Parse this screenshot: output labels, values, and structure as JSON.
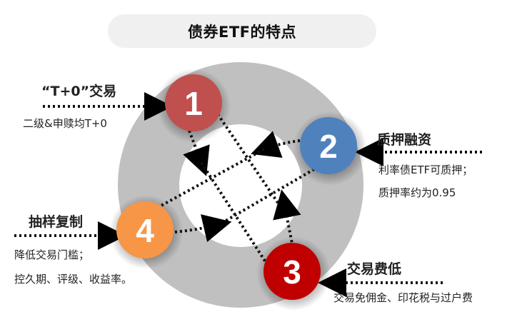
{
  "title": "债券ETF的特点",
  "colors": {
    "ring": "#c0c0c0",
    "node1": "#c0504d",
    "node2": "#4f81bd",
    "node3": "#c00000",
    "node4": "#f79646",
    "title_bg": "#f0f0f0"
  },
  "features": [
    {
      "number": "1",
      "heading": "“T+0”交易",
      "lines": [
        "二级&申赎均T+0"
      ]
    },
    {
      "number": "2",
      "heading": "质押融资",
      "lines": [
        "利率债ETF可质押；",
        "质押率约为0.95"
      ]
    },
    {
      "number": "3",
      "heading": "交易费低",
      "lines": [
        "交易免佣金、印花税与过户费"
      ]
    },
    {
      "number": "4",
      "heading": "抽样复制",
      "lines": [
        "降低交易门槛；",
        "控久期、评级、收益率。"
      ]
    }
  ]
}
